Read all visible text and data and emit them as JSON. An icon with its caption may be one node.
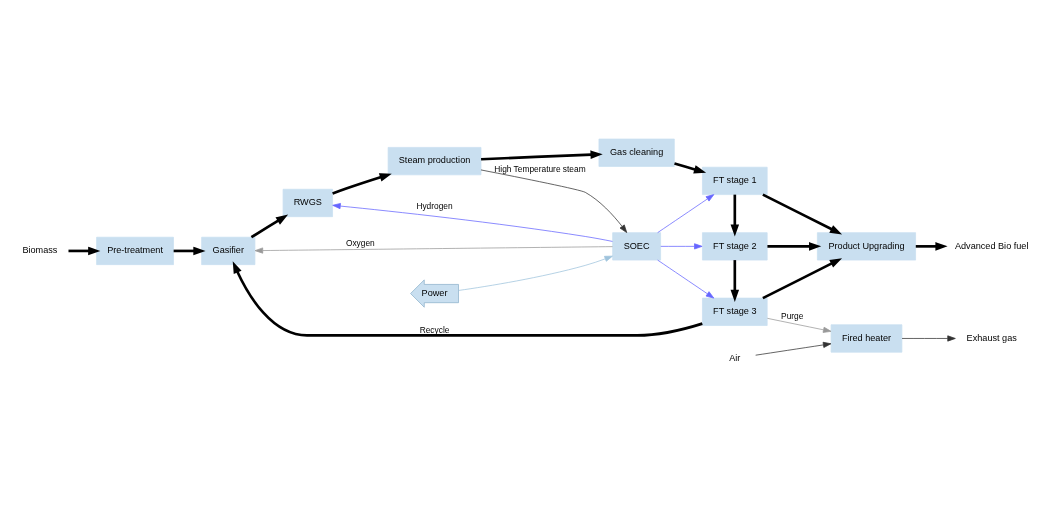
{
  "diagram": {
    "nodes": [
      {
        "text": [
          "Pre-treatment"
        ]
      },
      {
        "text": [
          "Gasifier"
        ]
      },
      {
        "text": [
          "RWGS"
        ]
      },
      {
        "text": [
          "Steam production"
        ]
      },
      {
        "text": [
          "Gas cleaning"
        ]
      },
      {
        "text": [
          "SOEC"
        ]
      },
      {
        "text": [
          "Power"
        ]
      },
      {
        "text": [
          "FT stage 3"
        ]
      },
      {
        "text": [
          "FT stage 2"
        ]
      },
      {
        "text": [
          "FT stage 1"
        ]
      },
      {
        "text": [
          "Fired heater"
        ]
      },
      {
        "text": [
          "Product Upgrading"
        ]
      },
      {
        "text": [
          "Biomass"
        ]
      },
      {
        "text": [
          "Exhaust gas"
        ]
      },
      {
        "text": [
          "Air"
        ]
      },
      {
        "text": [
          "Advanced Bio fuel"
        ]
      }
    ],
    "edges": [
      {
        "from": 12,
        "to": 0,
        "arrow": "to"
      },
      {
        "from": 0,
        "to": 1,
        "arrow": "to"
      },
      {
        "from": 1,
        "to": 2,
        "arrow": "to"
      },
      {
        "from": 2,
        "to": 3,
        "arrow": "to"
      },
      {
        "from": 3,
        "to": 4,
        "arrow": "to"
      },
      {
        "from": 4,
        "to": 9,
        "arrow": "to"
      },
      {
        "from": 3,
        "to": 5,
        "arrow": "to",
        "label": "High Temperature steam",
        "color": "#333333"
      },
      {
        "from": 6,
        "to": 5,
        "arrow": "to",
        "color": "#9fc3dc"
      },
      {
        "from": 5,
        "to": 1,
        "arrow": "to",
        "label": "Oxygen",
        "color": "#999999"
      },
      {
        "from": 5,
        "to": 2,
        "arrow": "to",
        "label": "Hydrogen",
        "color": "#6666ff"
      },
      {
        "from": 5,
        "to": 7,
        "arrow": "to",
        "color": "#6666ff"
      },
      {
        "from": 5,
        "to": 8,
        "arrow": "to",
        "color": "#6666ff"
      },
      {
        "from": 5,
        "to": 9,
        "arrow": "to",
        "color": "#6666ff"
      },
      {
        "from": 9,
        "to": 8,
        "arrow": "to"
      },
      {
        "from": 8,
        "to": 7,
        "arrow": "to"
      },
      {
        "from": 7,
        "to": 1,
        "arrow": "to",
        "label": "Recycle"
      },
      {
        "from": 7,
        "to": 10,
        "arrow": "to",
        "label": "Purge",
        "color": "#999999"
      },
      {
        "from": 10,
        "to": 13,
        "arrow": "to",
        "color": "#333333"
      },
      {
        "from": 14,
        "to": 10,
        "arrow": "to",
        "color": "#333333"
      },
      {
        "from": 7,
        "to": 11,
        "arrow": "to"
      },
      {
        "from": 8,
        "to": 11,
        "arrow": "to"
      },
      {
        "from": 9,
        "to": 11,
        "arrow": "to"
      },
      {
        "from": 11,
        "to": 15,
        "arrow": "to"
      }
    ]
  }
}
